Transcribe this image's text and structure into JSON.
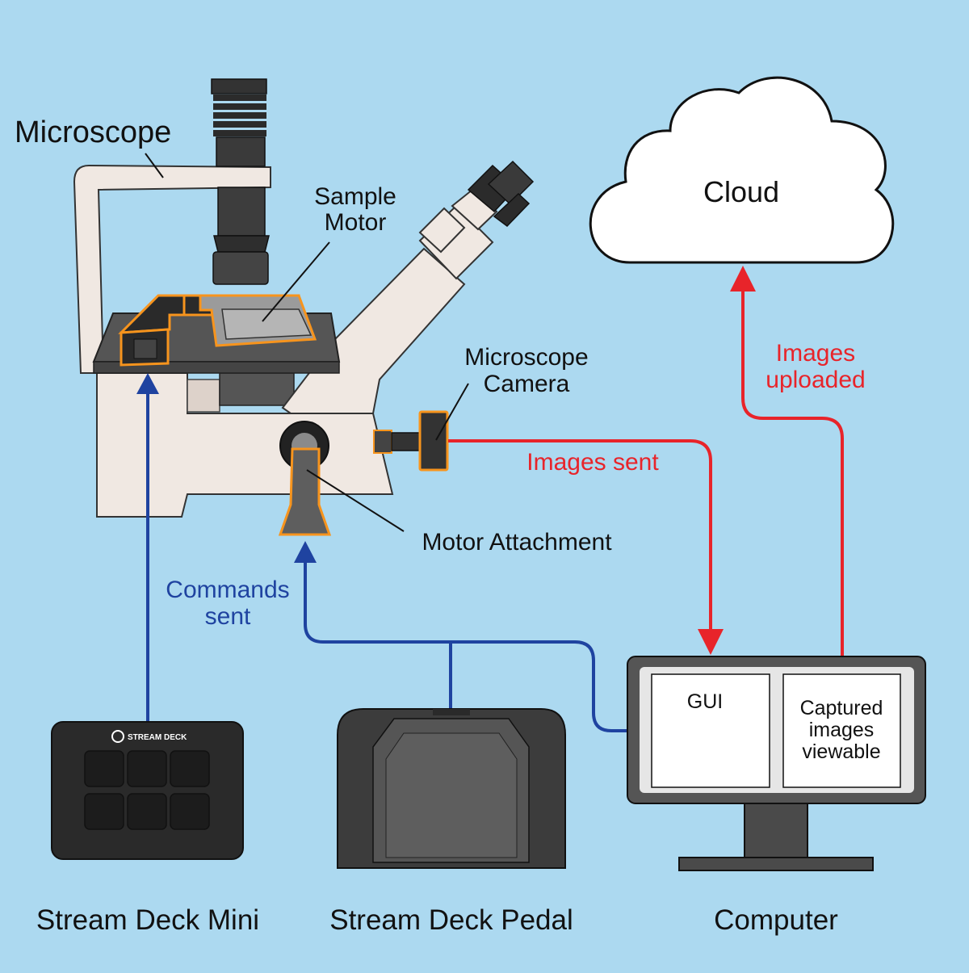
{
  "labels": {
    "microscope": "Microscope",
    "sample_motor": [
      "Sample",
      "Motor"
    ],
    "microscope_camera": [
      "Microscope",
      "Camera"
    ],
    "motor_attachment": "Motor Attachment",
    "cloud": "Cloud",
    "images_uploaded": [
      "Images",
      "uploaded"
    ],
    "images_sent": "Images sent",
    "commands_sent": [
      "Commands",
      "sent"
    ],
    "stream_deck_mini": "Stream Deck Mini",
    "stream_deck_pedal": "Stream Deck Pedal",
    "computer": "Computer",
    "gui": "GUI",
    "captured_images": [
      "Captured",
      "images",
      "viewable"
    ],
    "stream_deck_logo": "STREAM DECK"
  },
  "colors": {
    "background": "#acd9f0",
    "image_flow": "#e8242a",
    "command_flow": "#1f43a0",
    "highlight": "#f7941d",
    "microscope_body": "#f0e8e2"
  }
}
